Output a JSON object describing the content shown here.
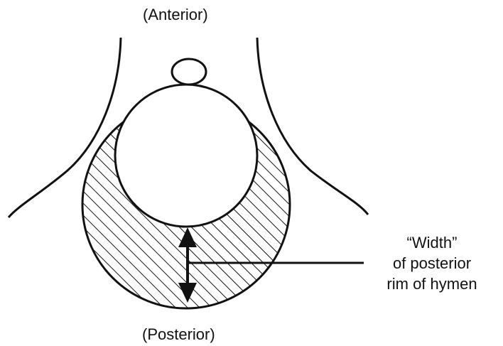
{
  "labels": {
    "anterior": "(Anterior)",
    "posterior": "(Posterior)"
  },
  "callout": {
    "line1": "“Width”",
    "line2": "of posterior",
    "line3": "rim of hymen"
  },
  "colors": {
    "ink": "#111111",
    "background": "#ffffff"
  }
}
